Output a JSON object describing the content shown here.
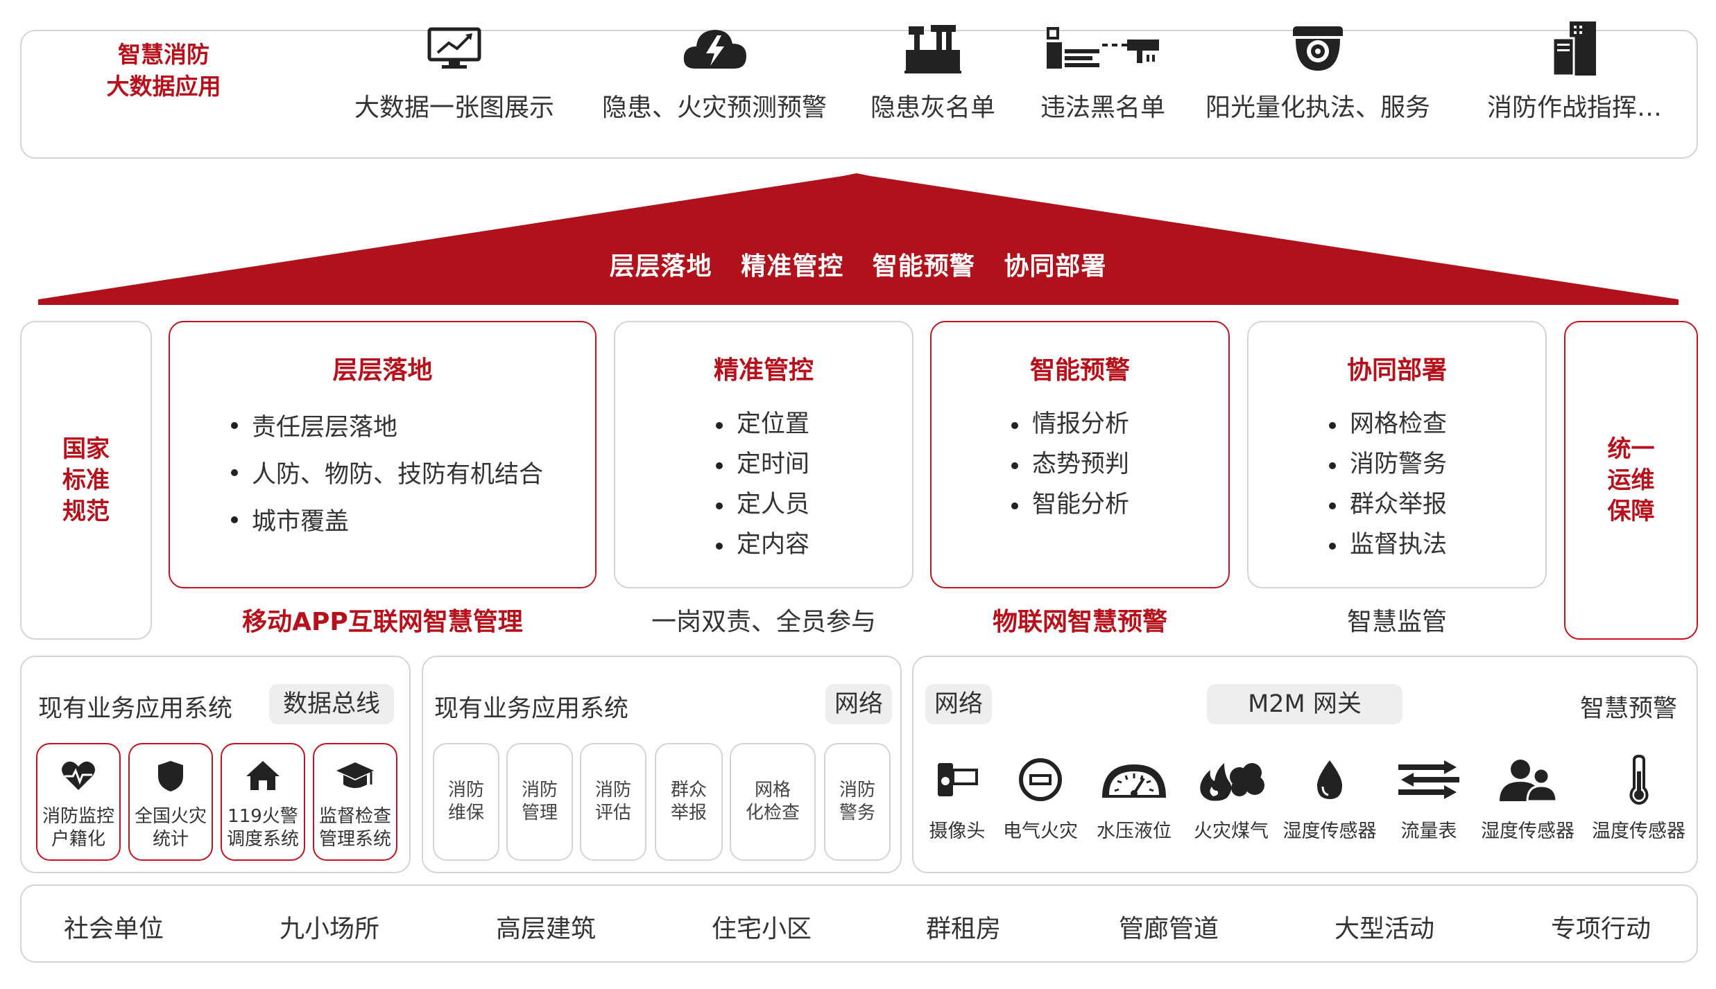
{
  "top": {
    "title_line1": "智慧消防",
    "title_line2": "大数据应用",
    "apps": [
      {
        "label": "大数据一张图展示",
        "icon": "monitor-chart-icon"
      },
      {
        "label": "隐患、火灾预测预警",
        "icon": "cloud-lightning-icon"
      },
      {
        "label": "隐患灰名单",
        "icon": "factory-icon"
      },
      {
        "label": "违法黑名单",
        "icon": "cctv-camera-icon"
      },
      {
        "label": "阳光量化执法、服务",
        "icon": "dome-camera-icon"
      },
      {
        "label": "消防作战指挥…",
        "icon": "building-icon"
      }
    ]
  },
  "roof": {
    "items": [
      "层层落地",
      "精准管控",
      "智能预警",
      "协同部署"
    ]
  },
  "sides": {
    "left": [
      "国家",
      "标准",
      "规范"
    ],
    "right": [
      "统一",
      "运维",
      "保障"
    ]
  },
  "pillars": [
    {
      "title": "层层落地",
      "items": [
        "责任层层落地",
        "人防、物防、技防有机结合",
        "城市覆盖"
      ],
      "caption": "移动APP互联网智慧管理"
    },
    {
      "title": "精准管控",
      "items": [
        "定位置",
        "定时间",
        "定人员",
        "定内容"
      ],
      "caption": "一岗双责、全员参与"
    },
    {
      "title": "智能预警",
      "items": [
        "情报分析",
        "态势预判",
        "智能分析"
      ],
      "caption": "物联网智慧预警"
    },
    {
      "title": "协同部署",
      "items": [
        "网格检查",
        "消防警务",
        "群众举报",
        "监督执法"
      ],
      "caption": "智慧监管"
    }
  ],
  "panel1": {
    "head": "现有业务应用系统",
    "chip": "数据总线",
    "systems": [
      {
        "line1": "消防监控",
        "line2": "户籍化",
        "icon": "heart-pulse-icon"
      },
      {
        "line1": "全国火灾",
        "line2": "统计",
        "icon": "shield-icon"
      },
      {
        "line1": "119火警",
        "line2": "调度系统",
        "icon": "home-icon"
      },
      {
        "line1": "监督检查",
        "line2": "管理系统",
        "icon": "graduation-cap-icon"
      }
    ]
  },
  "panel2": {
    "head": "现有业务应用系统",
    "chip": "网络",
    "cards": [
      {
        "line1": "消防",
        "line2": "维保"
      },
      {
        "line1": "消防",
        "line2": "管理"
      },
      {
        "line1": "消防",
        "line2": "评估"
      },
      {
        "line1": "群众",
        "line2": "举报"
      },
      {
        "line1": "网格",
        "line2": "化检查"
      },
      {
        "line1": "消防",
        "line2": "警务"
      }
    ]
  },
  "panel3": {
    "chip_left": "网络",
    "chip_mid": "M2M 网关",
    "head_right": "智慧预警",
    "sensors": [
      {
        "label": "摄像头",
        "icon": "camera-icon"
      },
      {
        "label": "电气火灾",
        "icon": "electric-meter-icon"
      },
      {
        "label": "水压液位",
        "icon": "gauge-icon"
      },
      {
        "label": "火灾煤气",
        "icon": "fire-gas-icon"
      },
      {
        "label": "湿度传感器",
        "icon": "water-drop-icon"
      },
      {
        "label": "流量表",
        "icon": "flow-arrows-icon"
      },
      {
        "label": "湿度传感器",
        "icon": "people-icon"
      },
      {
        "label": "温度传感器",
        "icon": "thermometer-icon"
      }
    ]
  },
  "venues": [
    "社会单位",
    "九小场所",
    "高层建筑",
    "住宅小区",
    "群租房",
    "管廊管道",
    "大型活动",
    "专项行动"
  ],
  "colors": {
    "accent": "#b8101a",
    "roof": "#b0111b",
    "border": "#d4d4d4",
    "chip": "#eceeef"
  }
}
